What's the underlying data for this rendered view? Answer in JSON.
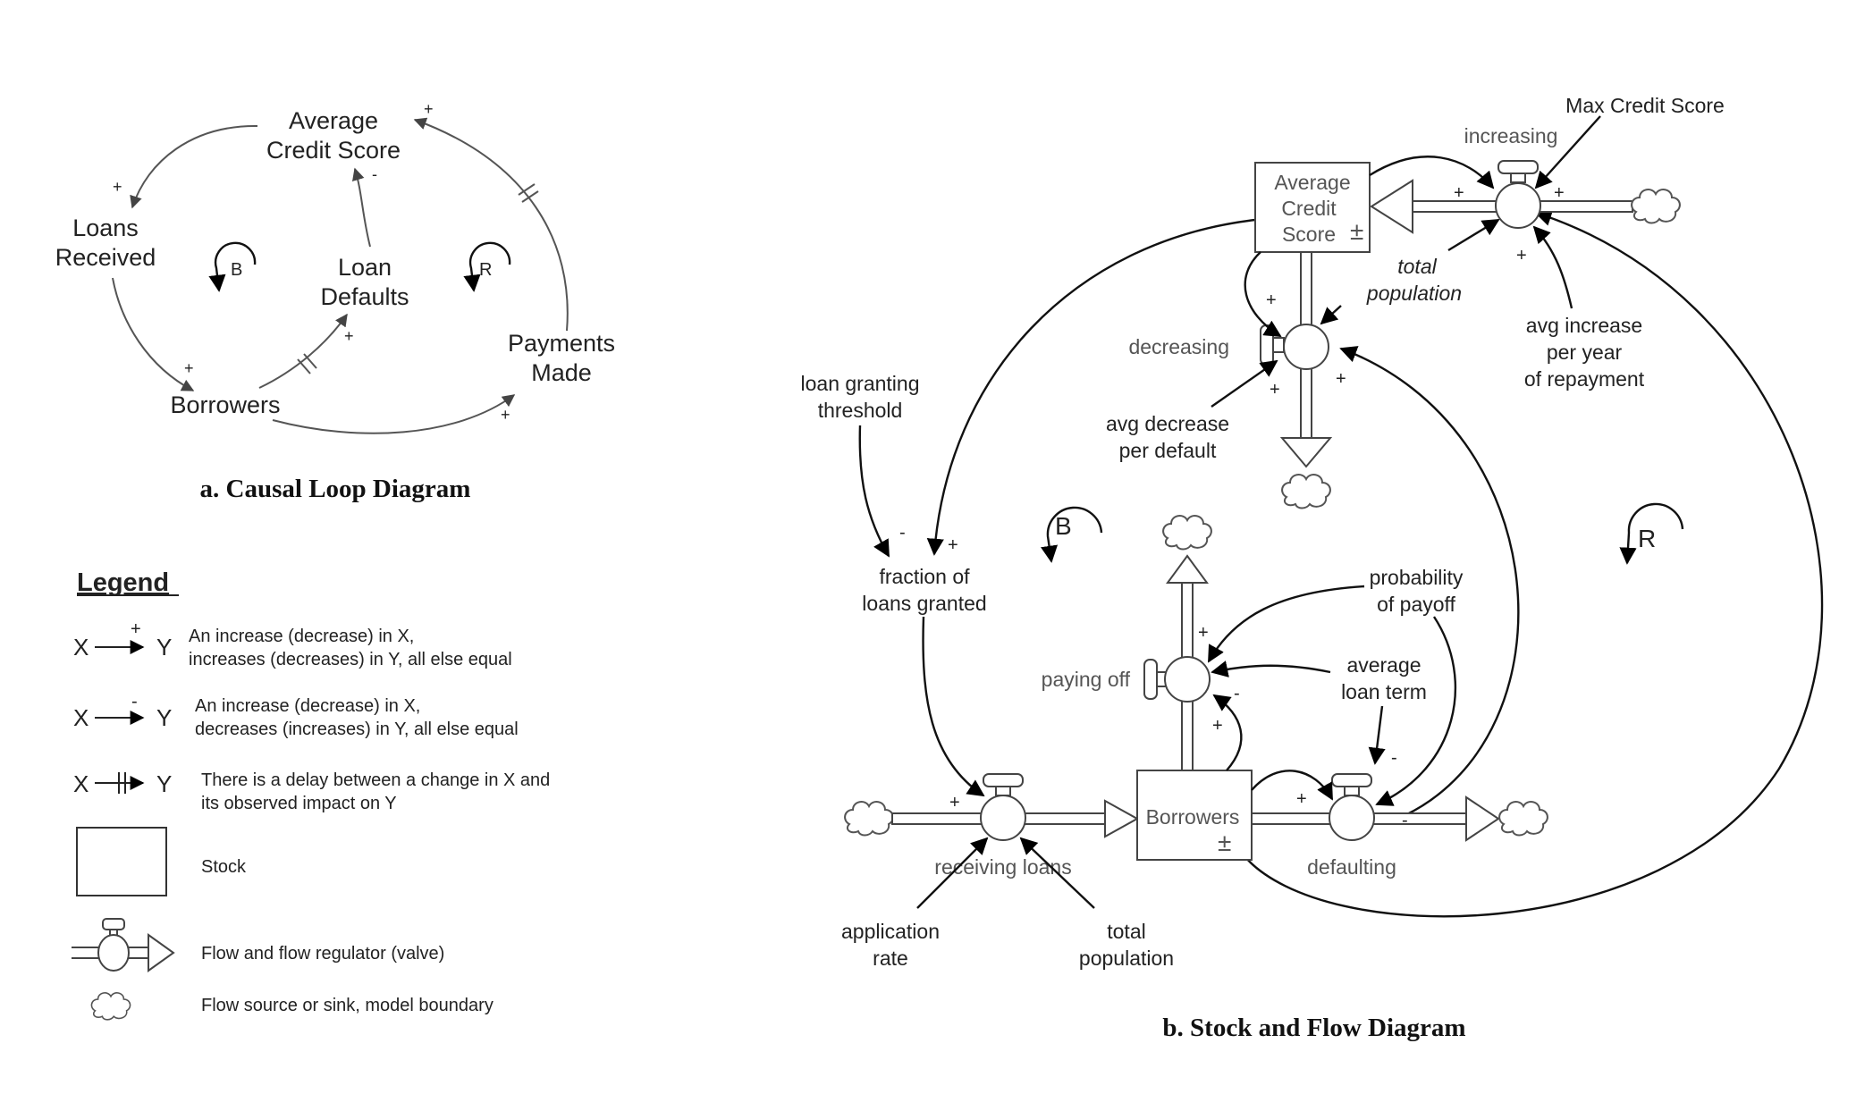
{
  "causal_loop": {
    "caption": "a. Causal Loop Diagram",
    "nodes": {
      "avg_credit_1": "Average",
      "avg_credit_2": "Credit Score",
      "loans_1": "Loans",
      "loans_2": "Received",
      "defaults_1": "Loan",
      "defaults_2": "Defaults",
      "payments_1": "Payments",
      "payments_2": "Made",
      "borrowers": "Borrowers"
    },
    "loops": {
      "balancing": "B",
      "reinforcing": "R"
    },
    "polarity": {
      "plus": "+",
      "minus": "-"
    }
  },
  "legend": {
    "title": "Legend",
    "items": [
      {
        "symbol": "X",
        "target": "Y",
        "sign": "+",
        "line1": "An increase (decrease) in X,",
        "line2": "increases (decreases) in Y, all else equal"
      },
      {
        "symbol": "X",
        "target": "Y",
        "sign": "-",
        "line1": "An increase (decrease) in X,",
        "line2": "decreases (increases) in Y, all else equal"
      },
      {
        "symbol": "X",
        "target": "Y",
        "line1": "There is a delay between a change in X and",
        "line2": "its observed impact on Y"
      },
      {
        "label": "Stock"
      },
      {
        "label": "Flow and flow regulator (valve)"
      },
      {
        "label": "Flow source or sink, model boundary"
      }
    ]
  },
  "stock_flow": {
    "caption": "b. Stock and Flow Diagram",
    "stocks": {
      "acs_1": "Average",
      "acs_2": "Credit",
      "acs_3": "Score",
      "borrowers": "Borrowers"
    },
    "flows": {
      "increasing": "increasing",
      "decreasing": "decreasing",
      "paying_off": "paying off",
      "receiving_loans": "receiving loans",
      "defaulting": "defaulting"
    },
    "variables": {
      "max_credit": "Max Credit Score",
      "total_pop_1": "total",
      "total_pop_2": "population",
      "avg_inc_1": "avg increase",
      "avg_inc_2": "per year",
      "avg_inc_3": "of repayment",
      "avg_dec_1": "avg decrease",
      "avg_dec_2": "per default",
      "lgt_1": "loan granting",
      "lgt_2": "threshold",
      "frac_1": "fraction of",
      "frac_2": "loans granted",
      "prob_1": "probability",
      "prob_2": "of payoff",
      "alt_1": "average",
      "alt_2": "loan term",
      "app_1": "application",
      "app_2": "rate",
      "tp_1": "total",
      "tp_2": "population"
    },
    "loops": {
      "balancing": "B",
      "reinforcing": "R"
    },
    "pm": "±"
  }
}
